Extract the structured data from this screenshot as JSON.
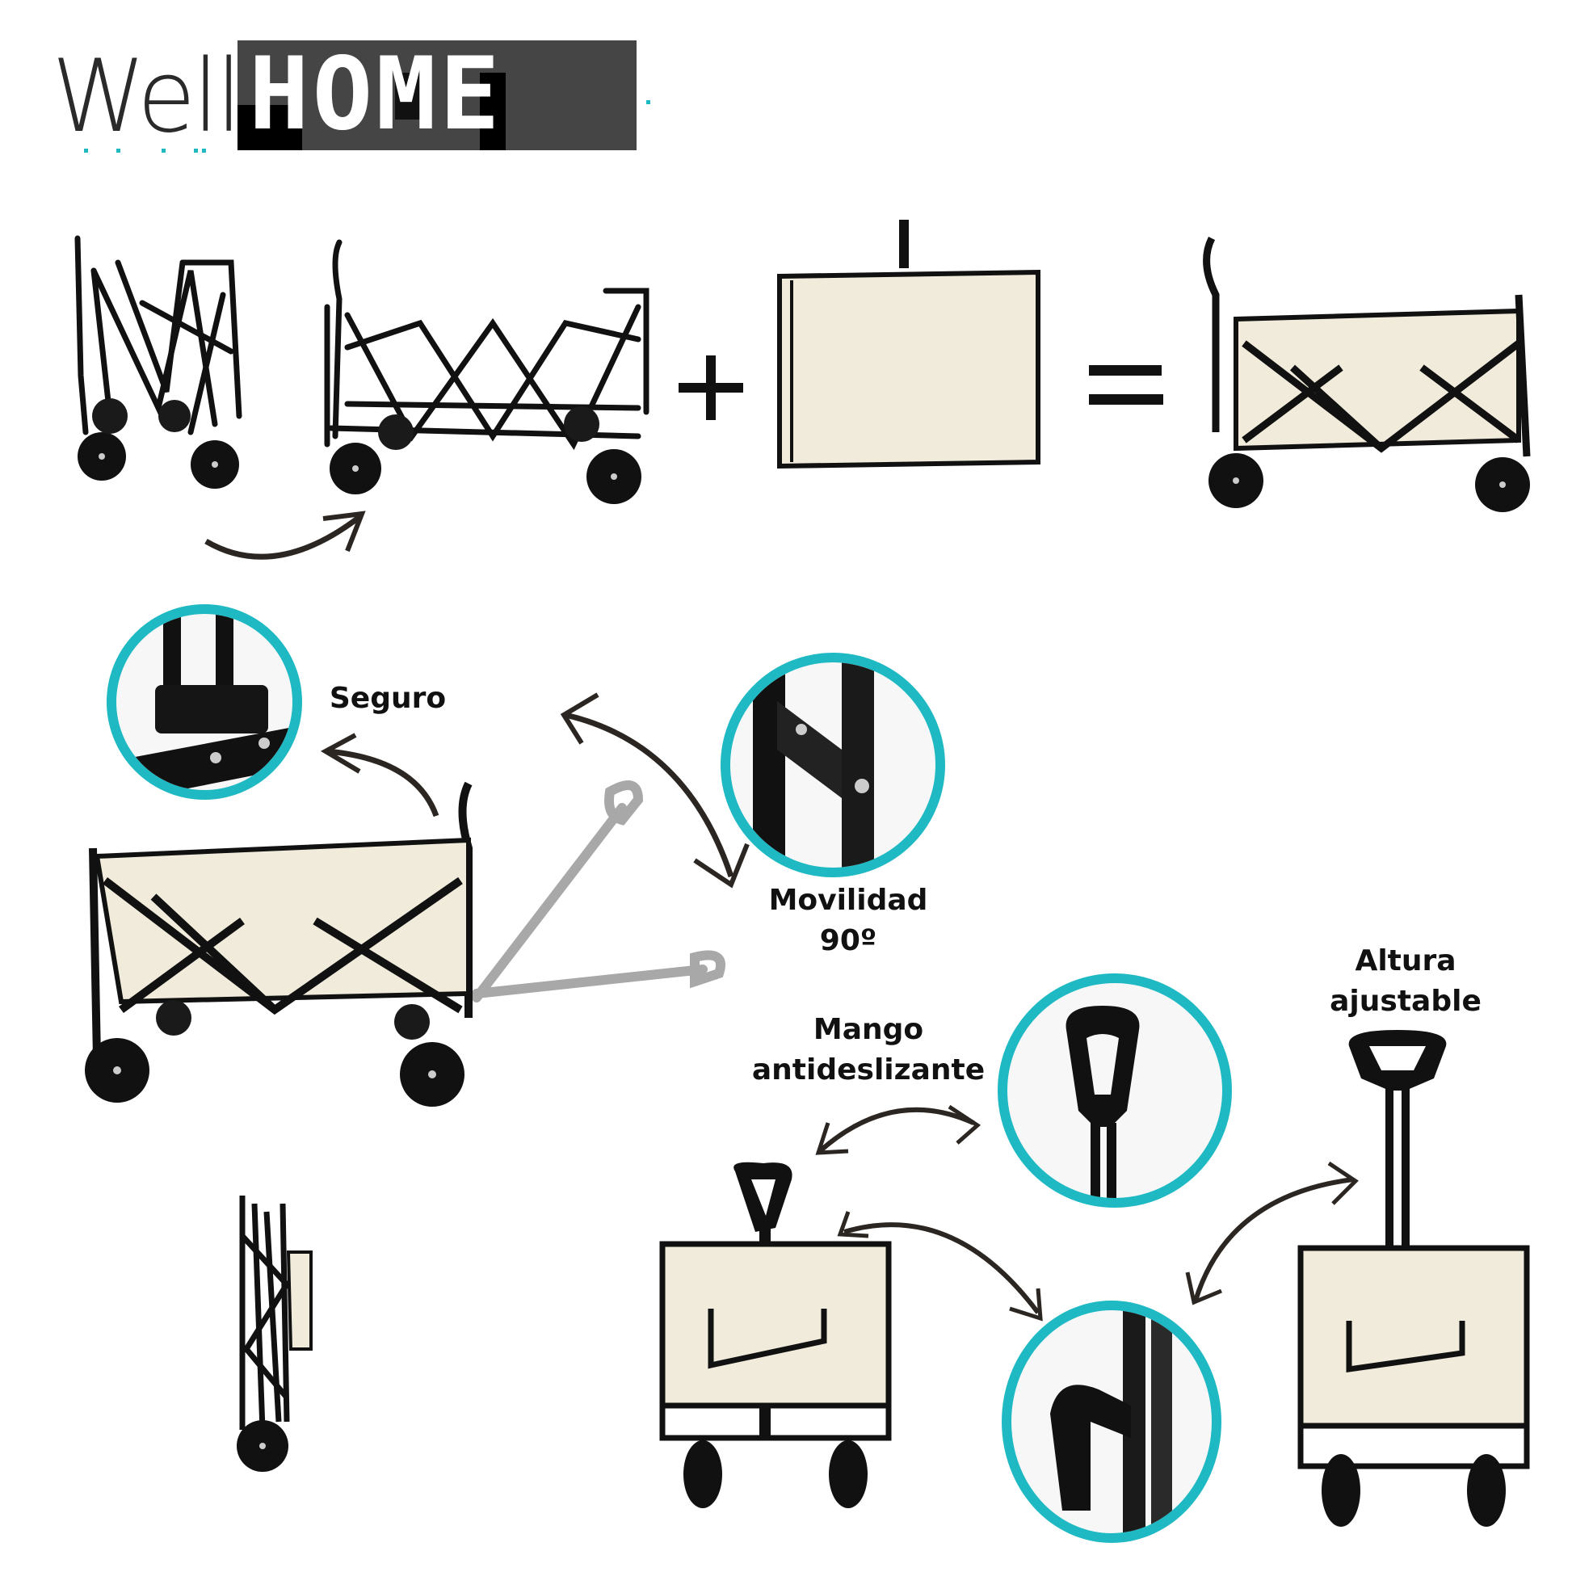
{
  "brand": {
    "logo_part1": "Well",
    "logo_part2": "HOME",
    "accent_color": "#1fb9c4",
    "logo_box_color": "#454545"
  },
  "assembly_row": {
    "plus_symbol": "+",
    "equals_symbol": "=",
    "steps": [
      "folded-frame",
      "unfolded-frame",
      "fabric-liner",
      "assembled-wagon"
    ]
  },
  "features": {
    "lock": {
      "label": "Seguro"
    },
    "mobility": {
      "label_line1": "Movilidad",
      "label_line2": "90º"
    },
    "handle": {
      "label_line1": "Mango",
      "label_line2": "antideslizante"
    },
    "height": {
      "label_line1": "Altura",
      "label_line2": "ajustable"
    }
  },
  "colors": {
    "frame": "#111111",
    "fabric": "#f1ebdc",
    "ghost_handle": "#9a9a9a",
    "arrow": "#2b2622"
  }
}
